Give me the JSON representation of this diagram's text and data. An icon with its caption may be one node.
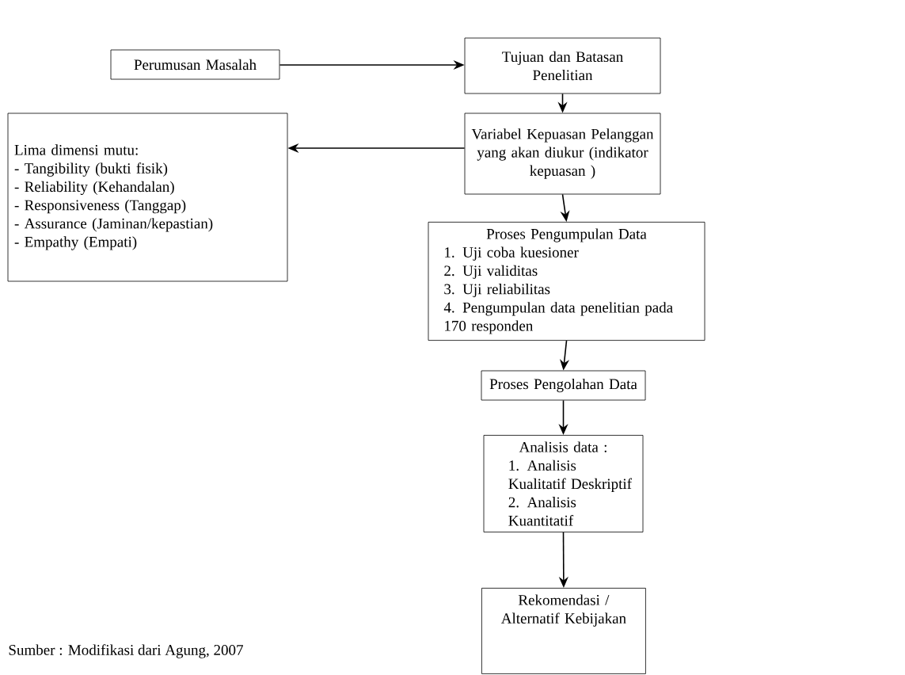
{
  "diagram": {
    "nodes": [
      {
        "text": [
          "Perumusan Masalah"
        ]
      },
      {
        "text": [
          "Tujuan dan Batasan Penelitian"
        ]
      },
      {
        "text": [
          "Lima dimensi mutu:",
          "- Tangibility (bukti fisik)",
          "- Reliability (Kehandalan)",
          "- Responsiveness (Tanggap)",
          "- Assurance (Jaminan/kepastian)",
          "- Empathy (Empati)"
        ]
      },
      {
        "text": [
          "Variabel Kepuasan Pelanggan yang akan diukur (indikator kepuasan )"
        ]
      },
      {
        "text": [
          "Proses Pengumpulan Data",
          "1. Uji coba kuesioner",
          "2. Uji validitas",
          "3. Uji reliabilitas",
          "4. Pengumpulan data penelitian pada 170 responden"
        ]
      },
      {
        "text": [
          "Proses Pengolahan Data"
        ]
      },
      {
        "text": [
          "Analisis data :",
          "1. Analisis Kualitatif Deskriptif",
          "2. Analisis Kuantitatif"
        ]
      },
      {
        "text": [
          "Rekomendasi / Alternatif Kebijakan"
        ]
      }
    ],
    "edges": [
      {
        "from": 0,
        "to": 1,
        "arrow": "to"
      },
      {
        "from": 1,
        "to": 3,
        "arrow": "to"
      },
      {
        "from": 3,
        "to": 2,
        "arrow": "to"
      },
      {
        "from": 3,
        "to": 4,
        "arrow": "to"
      },
      {
        "from": 4,
        "to": 5,
        "arrow": "to"
      },
      {
        "from": 5,
        "to": 6,
        "arrow": "to"
      },
      {
        "from": 6,
        "to": 7,
        "arrow": "to"
      }
    ],
    "labels": [
      "Sumber : Modifikasi dari Agung, 2007"
    ]
  }
}
